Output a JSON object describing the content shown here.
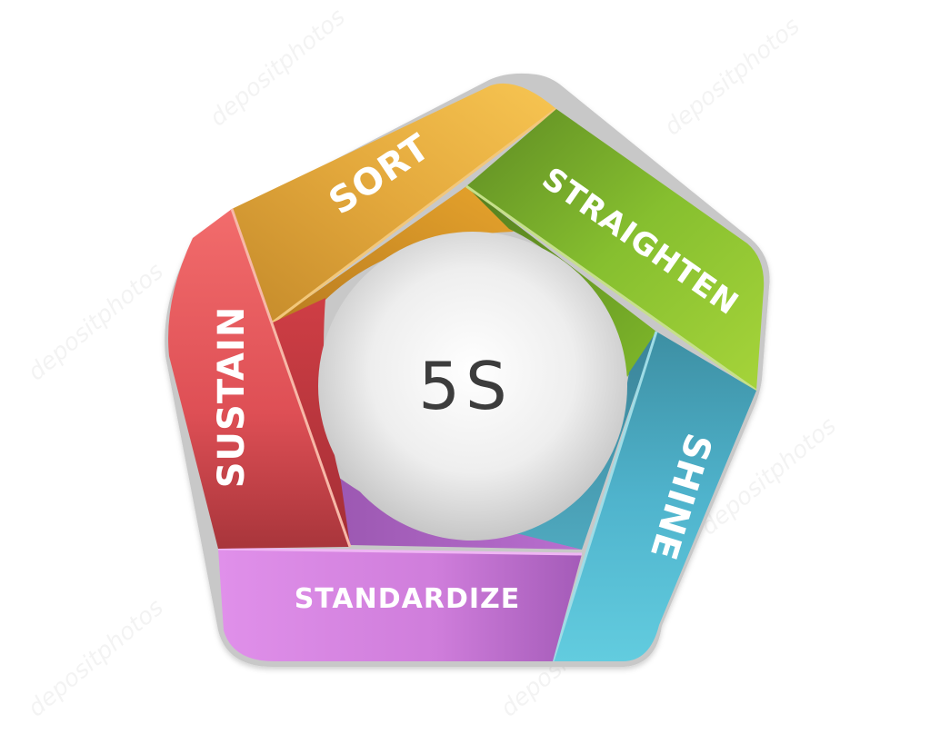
{
  "diagram": {
    "center_label": "5S",
    "segments": [
      {
        "key": "sort",
        "label": "SORT",
        "color": "#e8a838"
      },
      {
        "key": "straighten",
        "label": "STRAIGHTEN",
        "color": "#8cc63f"
      },
      {
        "key": "shine",
        "label": "SHINE",
        "color": "#4fc1d6"
      },
      {
        "key": "standardize",
        "label": "STANDARDIZE",
        "color": "#d57ee0"
      },
      {
        "key": "sustain",
        "label": "SUSTAIN",
        "color": "#e9525a"
      }
    ]
  },
  "watermark": {
    "text": "depositphotos"
  }
}
